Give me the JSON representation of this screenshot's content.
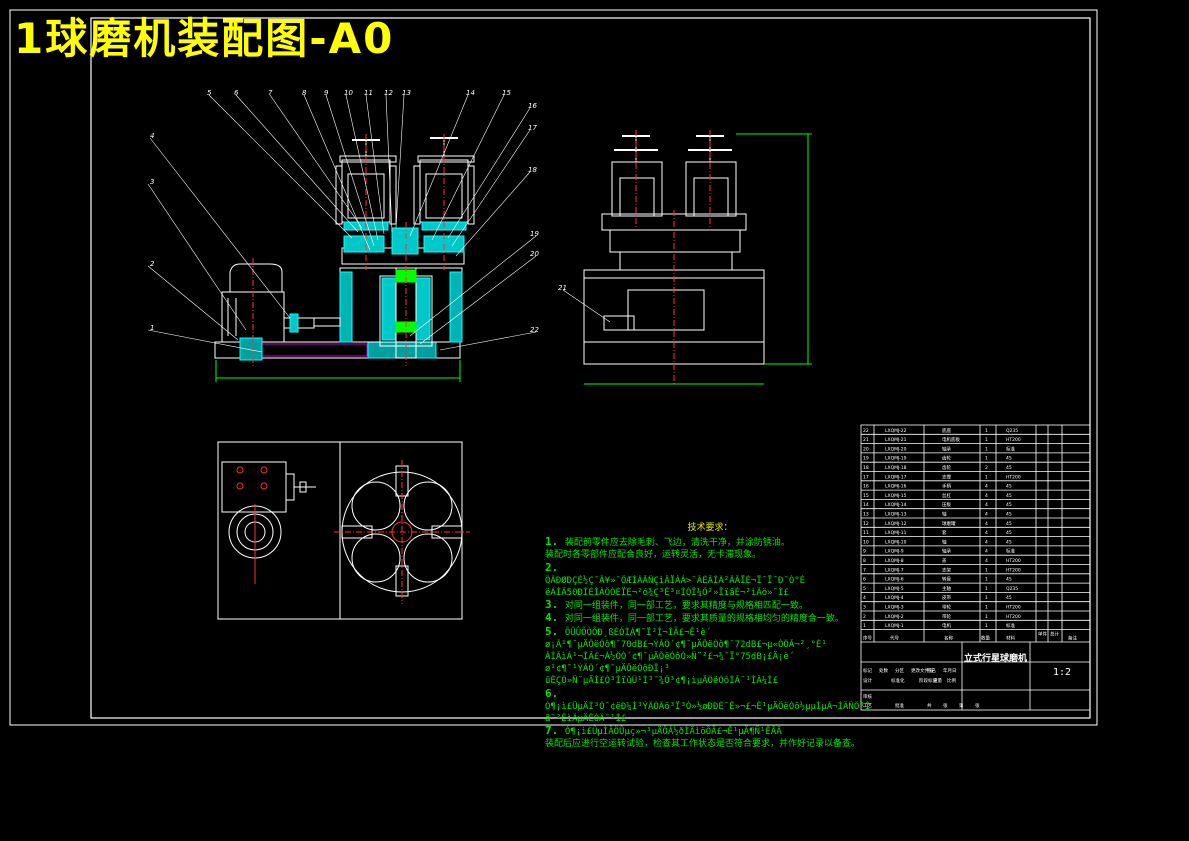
{
  "title": "1球磨机装配图-A0",
  "callouts_top": [
    "5",
    "6",
    "7",
    "8",
    "9",
    "10",
    "11",
    "12",
    "13",
    "14",
    "15",
    "16",
    "17",
    "18"
  ],
  "callouts_left": [
    "4",
    "3",
    "2",
    "1"
  ],
  "callouts_right": [
    "19",
    "20",
    "22"
  ],
  "callout_21": "21",
  "notes": {
    "heading": "技术要求：",
    "lines": [
      {
        "num": "1.",
        "text": "装配前零件应去除毛刺、飞边，清洗干净，并涂防锈油。"
      },
      {
        "num": "",
        "text": "装配时各零部件应配合良好，运转灵活，无卡滞现象。"
      },
      {
        "num": "2.",
        "text": ""
      },
      {
        "num": "",
        "text": "ÕÃÐØÐÇÉ½Ç¯Ã¥»¯ÔÆÌÁÃÑÇìÂÏÁÁ>¯ÃÉÃÍÁ²ÃÂÏÉ¬Ï¯Ï¯Ð¯Ó°É"
      },
      {
        "num": "",
        "text": "ëÁÌÃ50ÐÍÉÌÀÖÒÉÏÉ¬²ó¾Ç³Ê³¤ÍÒÎ¼Ô²»ÎïãÉ¬²ìÃö»¯Ì£"
      },
      {
        "num": "3.",
        "text": "对同一组装件，同一部工艺，要求其精度与规格相匹配一致。"
      },
      {
        "num": "4.",
        "text": "对同一组装件，同一部工艺，要求其质量的规格相均匀的精度合一致。"
      },
      {
        "num": "5.",
        "text": "ÕÛÛÕÒÕÐ¸ßÈÓÌÁ¶¯Ï²Ì¬ÍÃ£¬Ê¹è´"
      },
      {
        "num": "",
        "text": "ø¡Ã¹¶¯µÄÔëÒô¶¯70dB£¬ÝÃÖ´¢¶¯µÄÔëÒô¶¯72dB£¬µ«ÓÖÃ¬²¸°É¹"
      },
      {
        "num": "",
        "text": "ÁÍÃìÁ¹¬ÍÃ£¬Á½ÖÓ´¢¶¯µÄÔëÒôÒ»Ñ¨²£¬¾¯Ï°75dB¡£Ä¡è´"
      },
      {
        "num": "",
        "text": "ø¹¢¶¯¹ÝÃÖ´¢¶¯µÄÔëÒôÐÎ¡³"
      },
      {
        "num": "",
        "text": "ûÊÇÒ»Ñ¨µÄÌ£Ó³ÌïûÛ¹Ì³¯¾Ò³¢¶¡ìµÄÖëÒôÌÃ¨¹ÌÂ¼Ì£"
      },
      {
        "num": "6.",
        "text": ""
      },
      {
        "num": "",
        "text": "Ò¶¡ì£ÛµÄÌ³Ò¯¢ëÐ¼Ì³ÝÃÓÃö³Ï³Ò»½øÐÐÈ¯Ê»¬£¬Ê¹µÄÔëÒô½µµÍµÃ¬ÍÃÑÖ³Ì"
      },
      {
        "num": "",
        "text": "ã¯²ÊìÃµÄÊÓÃ¯¹Ì£"
      },
      {
        "num": "7.",
        "text": "Ó¶¡ì£ÛµÌÃÖÛµç»¬³µÄÔÁ½ðÌÄìöÔÃ£¬Ê¹µÃ¶Ñ¹ÊÂÄ"
      },
      {
        "num": "",
        "text": "装配后应进行空运转试验，检查其工作状态是否符合要求，并作好记录以备查。"
      }
    ]
  },
  "titleblock": {
    "name": "立式行星球磨机",
    "scale": "1:2",
    "parts": [
      {
        "no": "22",
        "code": "LXQMJ-22",
        "name": "底座",
        "qty": "1",
        "mat": "Q235"
      },
      {
        "no": "21",
        "code": "LXQMJ-21",
        "name": "电机底板",
        "qty": "1",
        "mat": "HT200"
      },
      {
        "no": "20",
        "code": "LXQMJ-20",
        "name": "轴承",
        "qty": "1",
        "mat": "标准"
      },
      {
        "no": "19",
        "code": "LXQMJ-19",
        "name": "齿轮",
        "qty": "1",
        "mat": "45"
      },
      {
        "no": "18",
        "code": "LXQMJ-18",
        "name": "齿轮",
        "qty": "2",
        "mat": "45"
      },
      {
        "no": "17",
        "code": "LXQMJ-17",
        "name": "支撑",
        "qty": "1",
        "mat": "HT200"
      },
      {
        "no": "16",
        "code": "LXQMJ-16",
        "name": "手柄",
        "qty": "4",
        "mat": "45"
      },
      {
        "no": "15",
        "code": "LXQMJ-15",
        "name": "丝杠",
        "qty": "4",
        "mat": "45"
      },
      {
        "no": "14",
        "code": "LXQMJ-14",
        "name": "压板",
        "qty": "4",
        "mat": "45"
      },
      {
        "no": "13",
        "code": "LXQMJ-13",
        "name": "轴",
        "qty": "4",
        "mat": "45"
      },
      {
        "no": "12",
        "code": "LXQMJ-12",
        "name": "球磨罐",
        "qty": "4",
        "mat": "45"
      },
      {
        "no": "11",
        "code": "LXQMJ-11",
        "name": "套",
        "qty": "4",
        "mat": "45"
      },
      {
        "no": "10",
        "code": "LXQMJ-10",
        "name": "轴",
        "qty": "4",
        "mat": "45"
      },
      {
        "no": "9",
        "code": "LXQMJ-9",
        "name": "轴承",
        "qty": "4",
        "mat": "标准"
      },
      {
        "no": "8",
        "code": "LXQMJ-8",
        "name": "盖",
        "qty": "4",
        "mat": "HT200"
      },
      {
        "no": "7",
        "code": "LXQMJ-7",
        "name": "支架",
        "qty": "1",
        "mat": "HT200"
      },
      {
        "no": "6",
        "code": "LXQMJ-6",
        "name": "转盘",
        "qty": "1",
        "mat": "45"
      },
      {
        "no": "5",
        "code": "LXQMJ-5",
        "name": "主轴",
        "qty": "1",
        "mat": "Q235"
      },
      {
        "no": "4",
        "code": "LXQMJ-4",
        "name": "皮带",
        "qty": "1",
        "mat": "45"
      },
      {
        "no": "3",
        "code": "LXQMJ-3",
        "name": "带轮",
        "qty": "1",
        "mat": "HT200"
      },
      {
        "no": "2",
        "code": "LXQMJ-2",
        "name": "带轮",
        "qty": "1",
        "mat": "HT200"
      },
      {
        "no": "1",
        "code": "LXQMJ-1",
        "name": "电机",
        "qty": "1",
        "mat": "标准"
      }
    ],
    "header": {
      "no": "序号",
      "code": "代号",
      "name": "名称",
      "qty": "数量",
      "mat": "材料",
      "w1": "单件",
      "w2": "总计",
      "note": "备注"
    },
    "sign_row1": [
      "标记",
      "处数",
      "分区",
      "更改文件号",
      "签名",
      "年月日"
    ],
    "sign_row2": [
      "设计",
      "",
      "标准化",
      "",
      "阶段标记",
      "重量",
      "比例"
    ],
    "sign_row3": [
      "审核",
      "",
      "",
      ""
    ],
    "sign_row4": [
      "工艺",
      "",
      "批准",
      "",
      "共",
      "张",
      "第",
      "张"
    ]
  },
  "colors": {
    "bg": "#000000",
    "outline": "#ffffff",
    "title": "#ffff00",
    "notes": "#00e600",
    "part": "#00ffff",
    "center": "#ff3030",
    "dim": "#00ff00",
    "cutaway": "#00c8c8"
  }
}
